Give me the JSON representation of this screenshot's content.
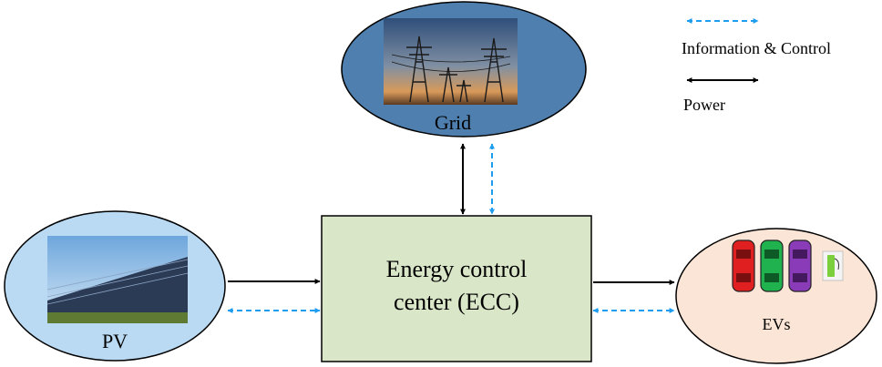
{
  "legend": {
    "info_control_label": "Information & Control",
    "power_label": "Power"
  },
  "nodes": {
    "grid_label": "Grid",
    "pv_label": "PV",
    "ecc_label_line1": "Energy control",
    "ecc_label_line2": "center (ECC)",
    "evs_label": "EVs"
  },
  "colors": {
    "grid_fill": "#4f7fae",
    "pv_fill": "#b9daf2",
    "evs_fill": "#fbe5d6",
    "ecc_fill": "#d9e6c7",
    "info_arrow": "#1e9cf0",
    "power_arrow": "#000000",
    "car_red": "#e02020",
    "car_green": "#1fb24f",
    "car_purple": "#8a3bb8"
  },
  "icons": {
    "grid_image": "transmission-towers-photo",
    "pv_image": "solar-panels-photo",
    "ev_image": "ev-cars-and-charger-icon"
  }
}
